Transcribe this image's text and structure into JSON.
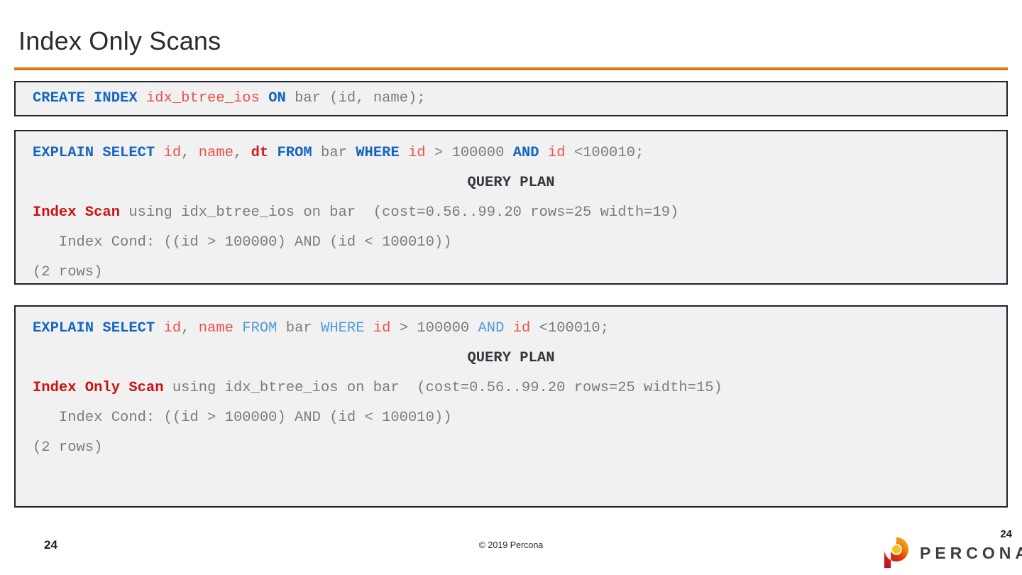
{
  "slide": {
    "title": "Index Only Scans",
    "accent_color": "#e2730f",
    "code_border_color": "#1c2330",
    "code_bg_color": "#f1f1f1"
  },
  "code_blocks": [
    {
      "id": "create-index",
      "lines": [
        {
          "align": "left",
          "tokens": [
            {
              "text": "CREATE INDEX ",
              "style": "kw-blue"
            },
            {
              "text": "idx_btree_ios",
              "style": "id-red"
            },
            {
              "text": " ",
              "style": "plain"
            },
            {
              "text": "ON",
              "style": "kw-blue"
            },
            {
              "text": " bar (id, name);",
              "style": "plain"
            }
          ]
        }
      ]
    },
    {
      "id": "index-scan-explain",
      "lines": [
        {
          "align": "left",
          "tokens": [
            {
              "text": "EXPLAIN SELECT ",
              "style": "kw-blue"
            },
            {
              "text": "id",
              "style": "id-red"
            },
            {
              "text": ", ",
              "style": "plain"
            },
            {
              "text": "name",
              "style": "id-red"
            },
            {
              "text": ", ",
              "style": "plain"
            },
            {
              "text": "dt",
              "style": "id-red-bold"
            },
            {
              "text": " ",
              "style": "plain"
            },
            {
              "text": "FROM",
              "style": "kw-blue"
            },
            {
              "text": " bar ",
              "style": "plain"
            },
            {
              "text": "WHERE",
              "style": "kw-blue"
            },
            {
              "text": " ",
              "style": "plain"
            },
            {
              "text": "id",
              "style": "id-red"
            },
            {
              "text": " > 100000 ",
              "style": "plain"
            },
            {
              "text": "AND",
              "style": "kw-blue"
            },
            {
              "text": " ",
              "style": "plain"
            },
            {
              "text": "id",
              "style": "id-red"
            },
            {
              "text": " <100010;",
              "style": "plain"
            }
          ]
        },
        {
          "align": "center",
          "tokens": [
            {
              "text": "QUERY PLAN",
              "style": "dark-bold"
            }
          ]
        },
        {
          "align": "left",
          "tokens": [
            {
              "text": "Index Scan",
              "style": "id-red-dark"
            },
            {
              "text": " using idx_btree_ios on bar  (cost=0.56..99.20 rows=25 width=19)",
              "style": "plain"
            }
          ]
        },
        {
          "align": "left",
          "tokens": [
            {
              "text": "   Index Cond: ((id > 100000) AND (id < 100010))",
              "style": "plain"
            }
          ]
        },
        {
          "align": "left",
          "tokens": [
            {
              "text": "(2 rows)",
              "style": "plain"
            }
          ]
        }
      ]
    },
    {
      "id": "index-only-scan-explain",
      "lines": [
        {
          "align": "left",
          "tokens": [
            {
              "text": "EXPLAIN SELECT ",
              "style": "kw-blue"
            },
            {
              "text": "id",
              "style": "id-red"
            },
            {
              "text": ", ",
              "style": "plain"
            },
            {
              "text": "name",
              "style": "id-red"
            },
            {
              "text": " ",
              "style": "plain"
            },
            {
              "text": "FROM",
              "style": "kw-blue-light"
            },
            {
              "text": " bar ",
              "style": "plain"
            },
            {
              "text": "WHERE",
              "style": "kw-blue-light"
            },
            {
              "text": " ",
              "style": "plain"
            },
            {
              "text": "id",
              "style": "id-red"
            },
            {
              "text": " > 100000 ",
              "style": "plain"
            },
            {
              "text": "AND",
              "style": "kw-blue-light"
            },
            {
              "text": " ",
              "style": "plain"
            },
            {
              "text": "id",
              "style": "id-red"
            },
            {
              "text": " <100010;",
              "style": "plain"
            }
          ]
        },
        {
          "align": "center",
          "tokens": [
            {
              "text": "QUERY PLAN",
              "style": "dark-bold"
            }
          ]
        },
        {
          "align": "left",
          "tokens": [
            {
              "text": "Index Only Scan",
              "style": "id-red-dark"
            },
            {
              "text": " using idx_btree_ios on bar  (cost=0.56..99.20 rows=25 width=15)",
              "style": "plain"
            }
          ]
        },
        {
          "align": "left",
          "tokens": [
            {
              "text": "   Index Cond: ((id > 100000) AND (id < 100010))",
              "style": "plain"
            }
          ]
        },
        {
          "align": "left",
          "tokens": [
            {
              "text": "(2 rows)",
              "style": "plain"
            }
          ]
        }
      ]
    }
  ],
  "footer": {
    "page_number": "24",
    "copyright": "© 2019 Percona",
    "logo": {
      "number": "24",
      "wordmark": "PERCONA",
      "mark_icon": "percona-p-logo-icon",
      "color_red": "#c8102e",
      "color_orange": "#e8890c",
      "color_gold": "#f5c518",
      "wordmark_color": "#3b3f44"
    }
  }
}
